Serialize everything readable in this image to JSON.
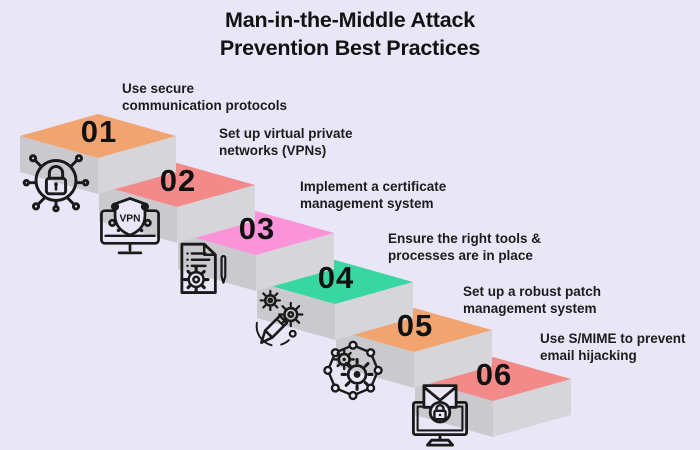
{
  "title": "Man-in-the-Middle Attack\nPrevention Best Practices",
  "steps": [
    {
      "number": "01",
      "label": "Use secure\ncommunication protocols",
      "top_color": "#F2A470",
      "icon": "lock-network-icon"
    },
    {
      "number": "02",
      "label": "Set up virtual private\nnetworks (VPNs)",
      "top_color": "#F28A8A",
      "icon": "vpn-monitor-icon"
    },
    {
      "number": "03",
      "label": "Implement a certificate\nmanagement system",
      "top_color": "#FA93D8",
      "icon": "certificate-document-icon"
    },
    {
      "number": "04",
      "label": "Ensure the right tools &\nprocesses are in place",
      "top_color": "#38D7A1",
      "icon": "pencil-gears-icon"
    },
    {
      "number": "05",
      "label": "Set up a robust patch\nmanagement system",
      "top_color": "#F2A470",
      "icon": "gears-network-icon"
    },
    {
      "number": "06",
      "label": "Use S/MIME to prevent\nemail hijacking",
      "top_color": "#F28A8A",
      "icon": "secure-email-monitor-icon"
    }
  ],
  "icon_texts": {
    "vpn": "VPN"
  },
  "colors": {
    "background": "#E9E6F7",
    "face_left": "#C9C9CE",
    "face_right": "#D6D6DA",
    "text": "#1B1B1B",
    "line_art": "#1A1A1A"
  }
}
